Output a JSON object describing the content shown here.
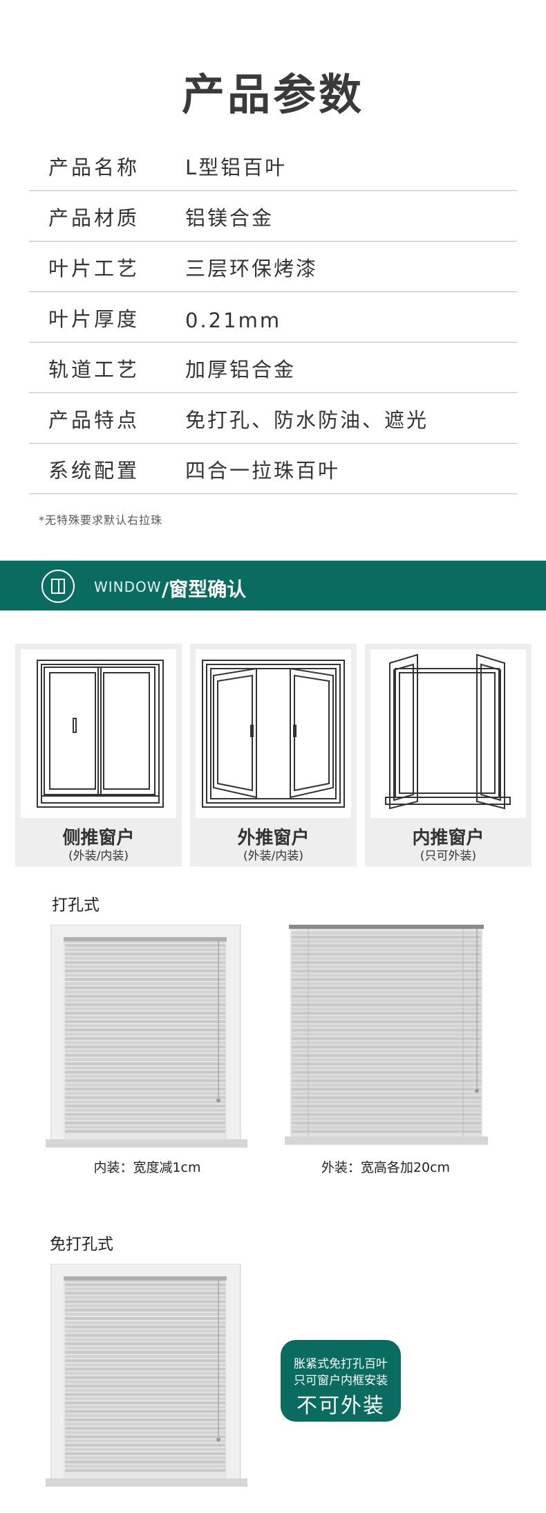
{
  "title": "产品参数",
  "specs": [
    {
      "key": "产品名称",
      "value": "L型铝百叶"
    },
    {
      "key": "产品材质",
      "value": "铝镁合金"
    },
    {
      "key": "叶片工艺",
      "value": "三层环保烤漆"
    },
    {
      "key": "叶片厚度",
      "value": "0.21mm"
    },
    {
      "key": "轨道工艺",
      "value": "加厚铝合金"
    },
    {
      "key": "产品特点",
      "value": "免打孔、防水防油、遮光"
    },
    {
      "key": "系统配置",
      "value": "四合一拉珠百叶"
    }
  ],
  "spec_note": "*无特殊要求默认右拉珠",
  "band": {
    "en": "WINDOW",
    "cn": "/窗型确认",
    "icon": "window-icon"
  },
  "windows": [
    {
      "name": "侧推窗户",
      "sub": "(外装/内装)",
      "icon": "sliding-window-icon"
    },
    {
      "name": "外推窗户",
      "sub": "(外装/内装)",
      "icon": "outward-casement-window-icon"
    },
    {
      "name": "内推窗户",
      "sub": "(只可外装)",
      "icon": "inward-casement-window-icon"
    }
  ],
  "drill": {
    "label": "打孔式",
    "inner_caption": "内装：宽度减1cm",
    "outer_caption": "外装：宽高各加20cm"
  },
  "nodrill": {
    "label": "免打孔式",
    "badge": {
      "line1": "胀紧式免打孔百叶",
      "line2": "只可窗户内框安装",
      "line3": "不可外装"
    }
  },
  "colors": {
    "accent": "#0a6b61",
    "divider": "#bdbdbd"
  }
}
